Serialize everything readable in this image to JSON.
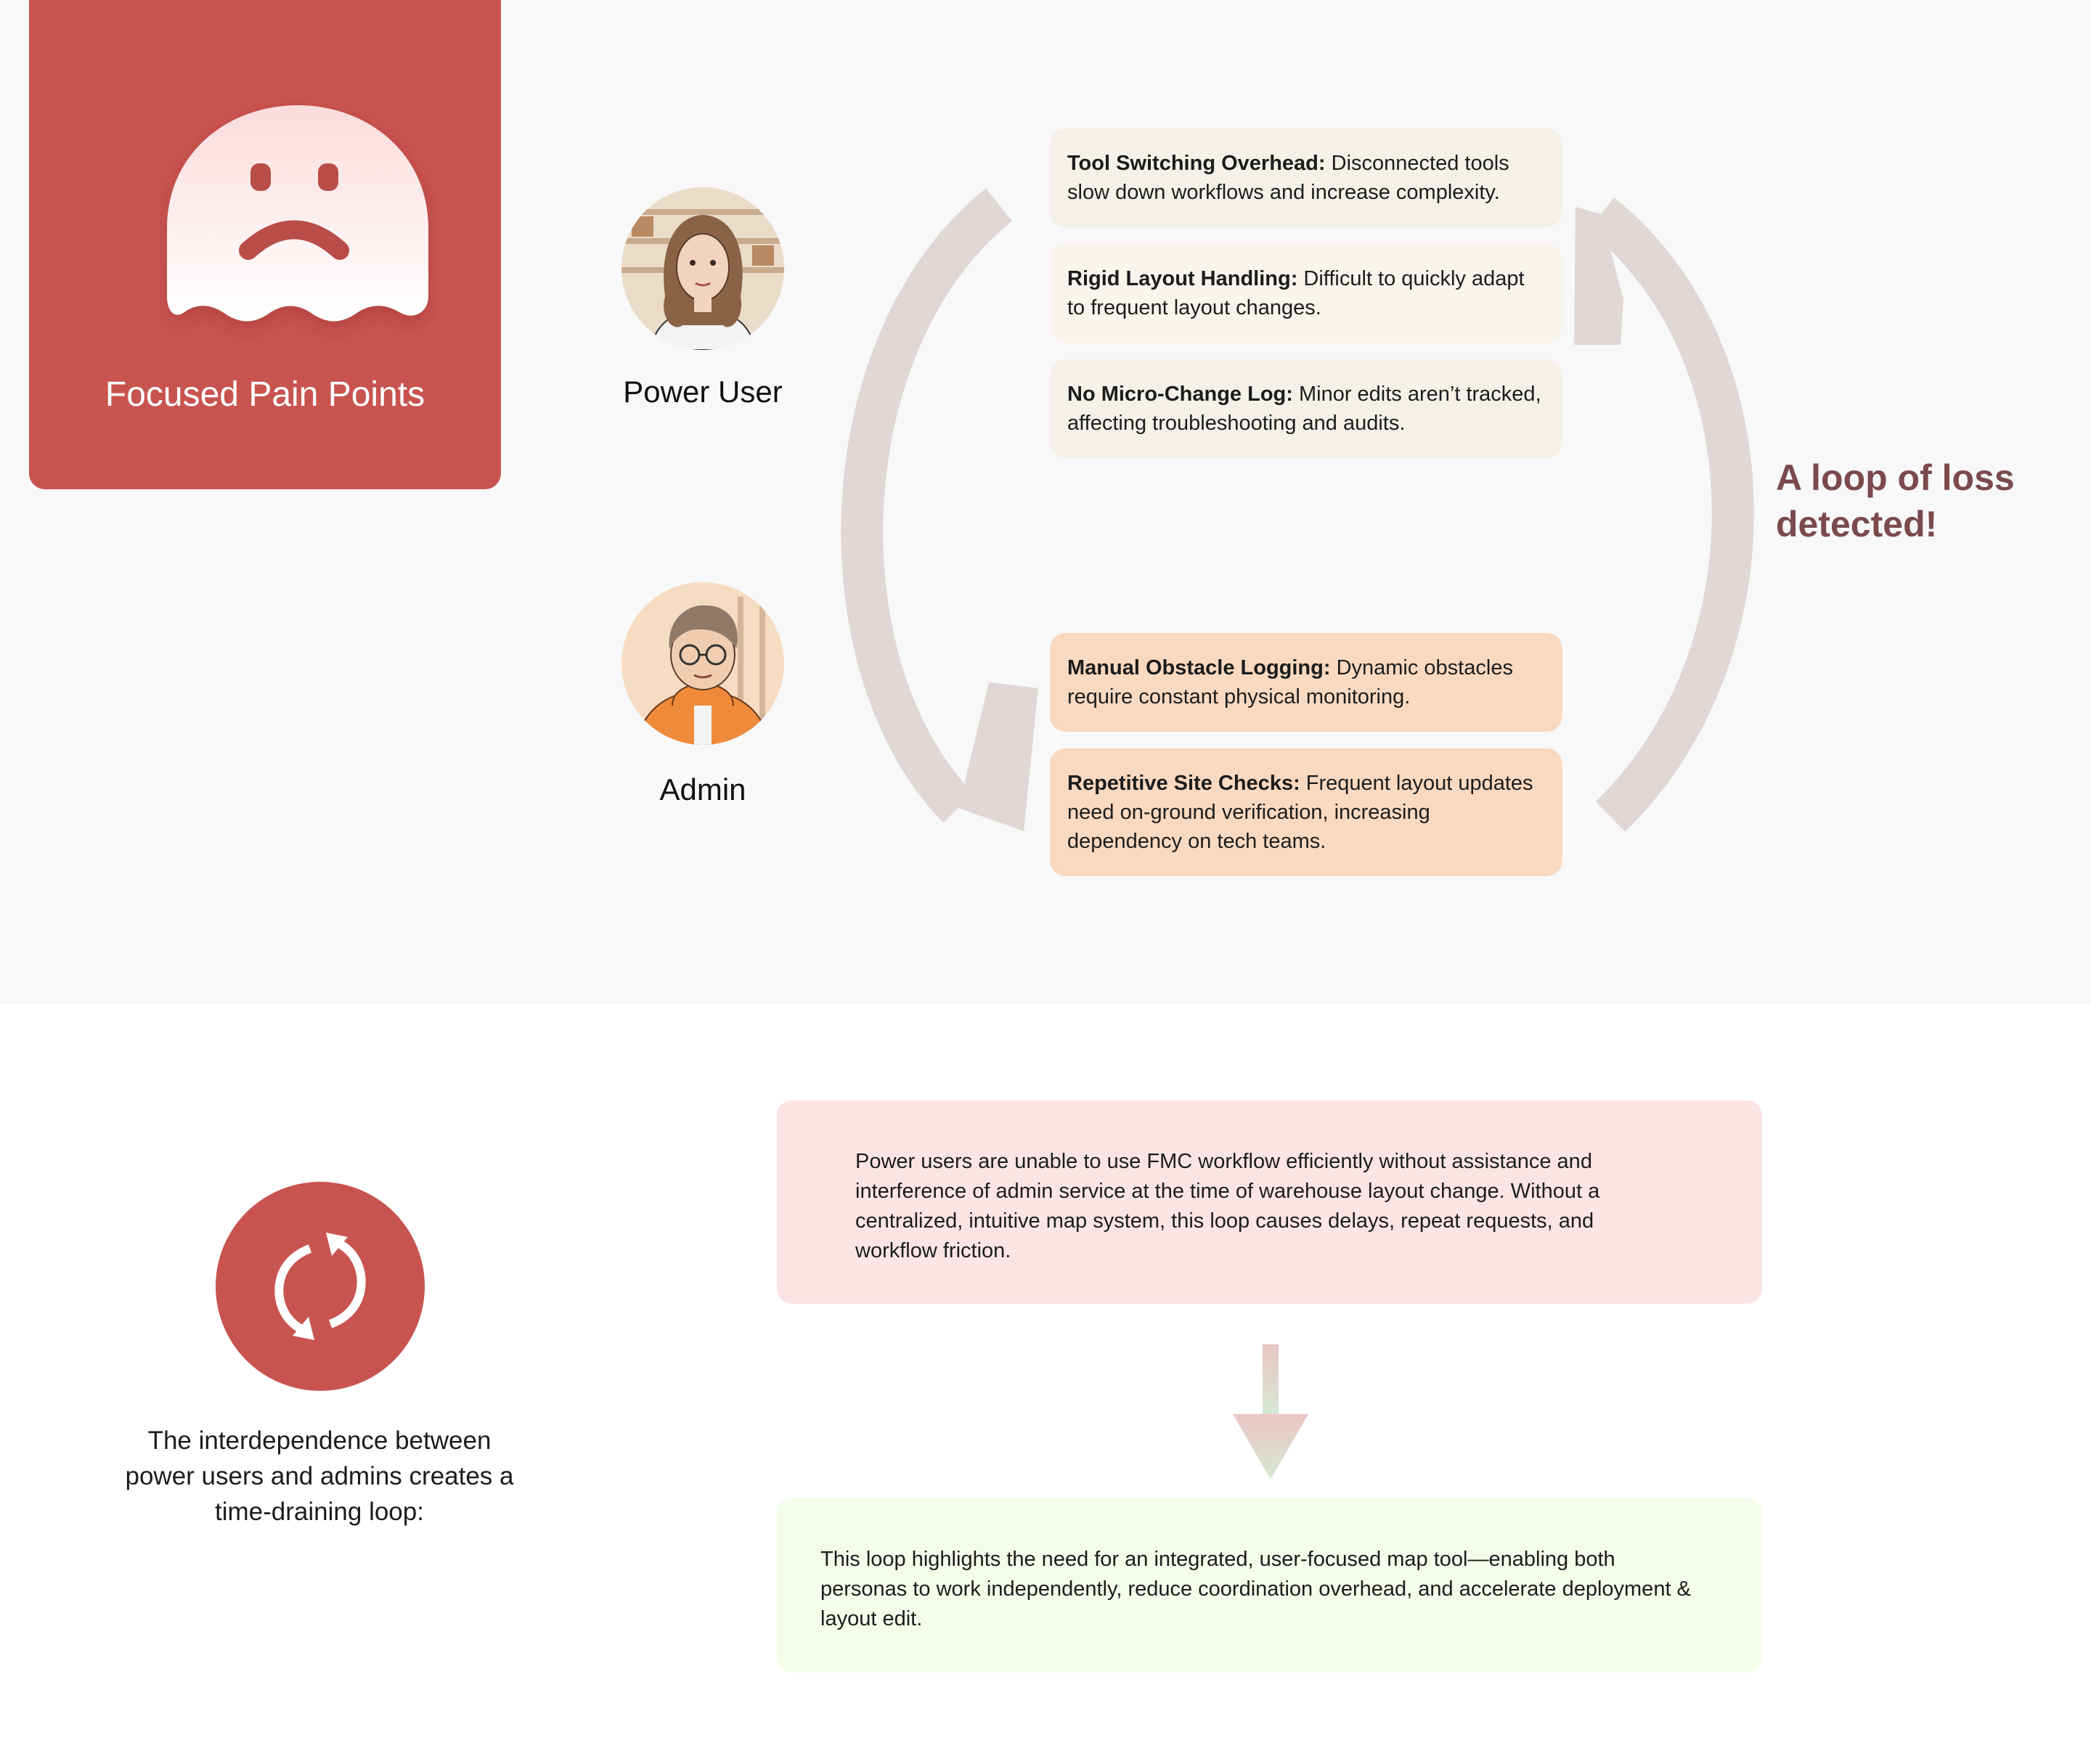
{
  "colors": {
    "accent": "#c85450",
    "loop_label": "#7a4a4c",
    "loop_arrow": "#e0d7d6",
    "power_user_item_bg": "#f4f1e8",
    "admin_item_bg": "#f9d9c0",
    "problem_bg": "#fbe5e4",
    "solution_bg": "#f4fde9"
  },
  "header": {
    "title": "Focused Pain Points",
    "icon": "sad-ghost-icon"
  },
  "personas": {
    "power_user": {
      "name": "Power User",
      "pain_points": [
        {
          "title": "Tool Switching Overhead:",
          "text": " Disconnected tools slow down workflows and increase complexity."
        },
        {
          "title": "Rigid Layout Handling:",
          "text": " Difficult to quickly adapt to frequent layout changes."
        },
        {
          "title": "No Micro-Change Log:",
          "text": " Minor edits aren’t tracked, affecting troubleshooting and audits."
        }
      ]
    },
    "admin": {
      "name": "Admin",
      "pain_points": [
        {
          "title": "Manual Obstacle Logging:",
          "text": " Dynamic obstacles require constant physical monitoring."
        },
        {
          "title": "Repetitive Site Checks:",
          "text": " Frequent layout updates need on-ground verification, increasing dependency on tech teams."
        }
      ]
    }
  },
  "loop_label": "A loop of loss detected!",
  "loop_section": {
    "icon": "refresh-loop-icon",
    "description": "The interdependence between power users and admins creates a time-draining loop:"
  },
  "problem_statement": "Power users are unable to use FMC workflow efficiently without assistance and interference of admin service at the time of warehouse layout change. Without a centralized, intuitive map system, this loop causes delays, repeat requests, and workflow friction.",
  "solution_statement": "This loop highlights the need for an integrated, user-focused map tool—enabling both personas to work independently, reduce coordination overhead, and accelerate deployment & layout edit."
}
